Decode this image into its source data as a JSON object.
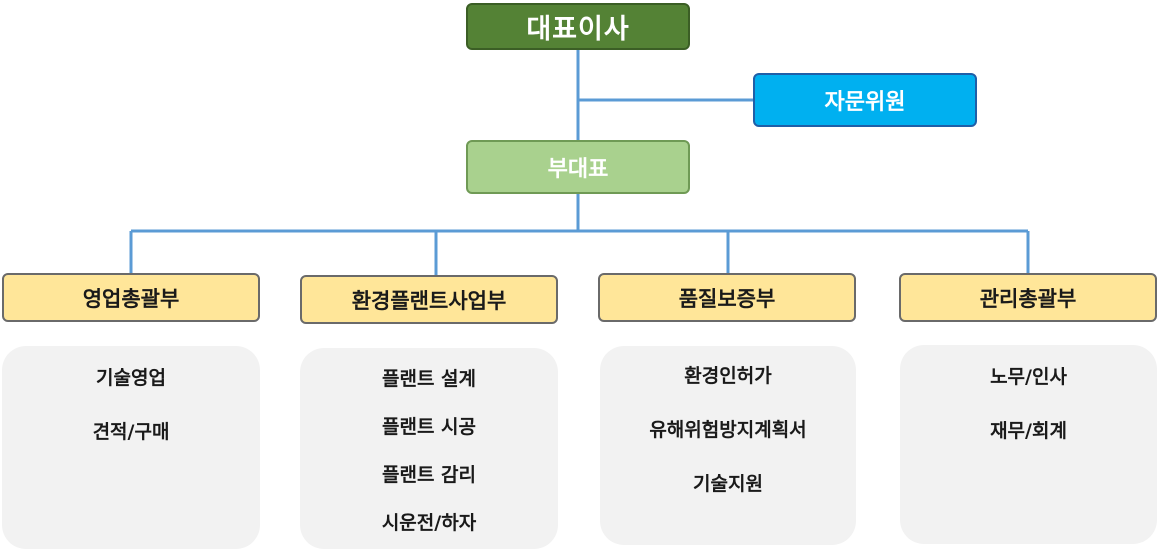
{
  "org_chart": {
    "ceo": {
      "label": "대표이사"
    },
    "advisor": {
      "label": "자문위원"
    },
    "vice_president": {
      "label": "부대표"
    },
    "departments": [
      {
        "label": "영업총괄부",
        "items": [
          "기술영업",
          "견적/구매"
        ]
      },
      {
        "label": "환경플랜트사업부",
        "items": [
          "플랜트 설계",
          "플랜트 시공",
          "플랜트 감리",
          "시운전/하자"
        ]
      },
      {
        "label": "품질보증부",
        "items": [
          "환경인허가",
          "유해위험방지계획서",
          "기술지원"
        ]
      },
      {
        "label": "관리총괄부",
        "items": [
          "노무/인사",
          "재무/회계"
        ]
      }
    ]
  },
  "colors": {
    "ceo_bg": "#548235",
    "advisor_bg": "#00b0f0",
    "vice_bg": "#a9d18e",
    "department_bg": "#ffe699",
    "panel_bg": "#f2f2f2",
    "connector": "#5b9bd5"
  }
}
